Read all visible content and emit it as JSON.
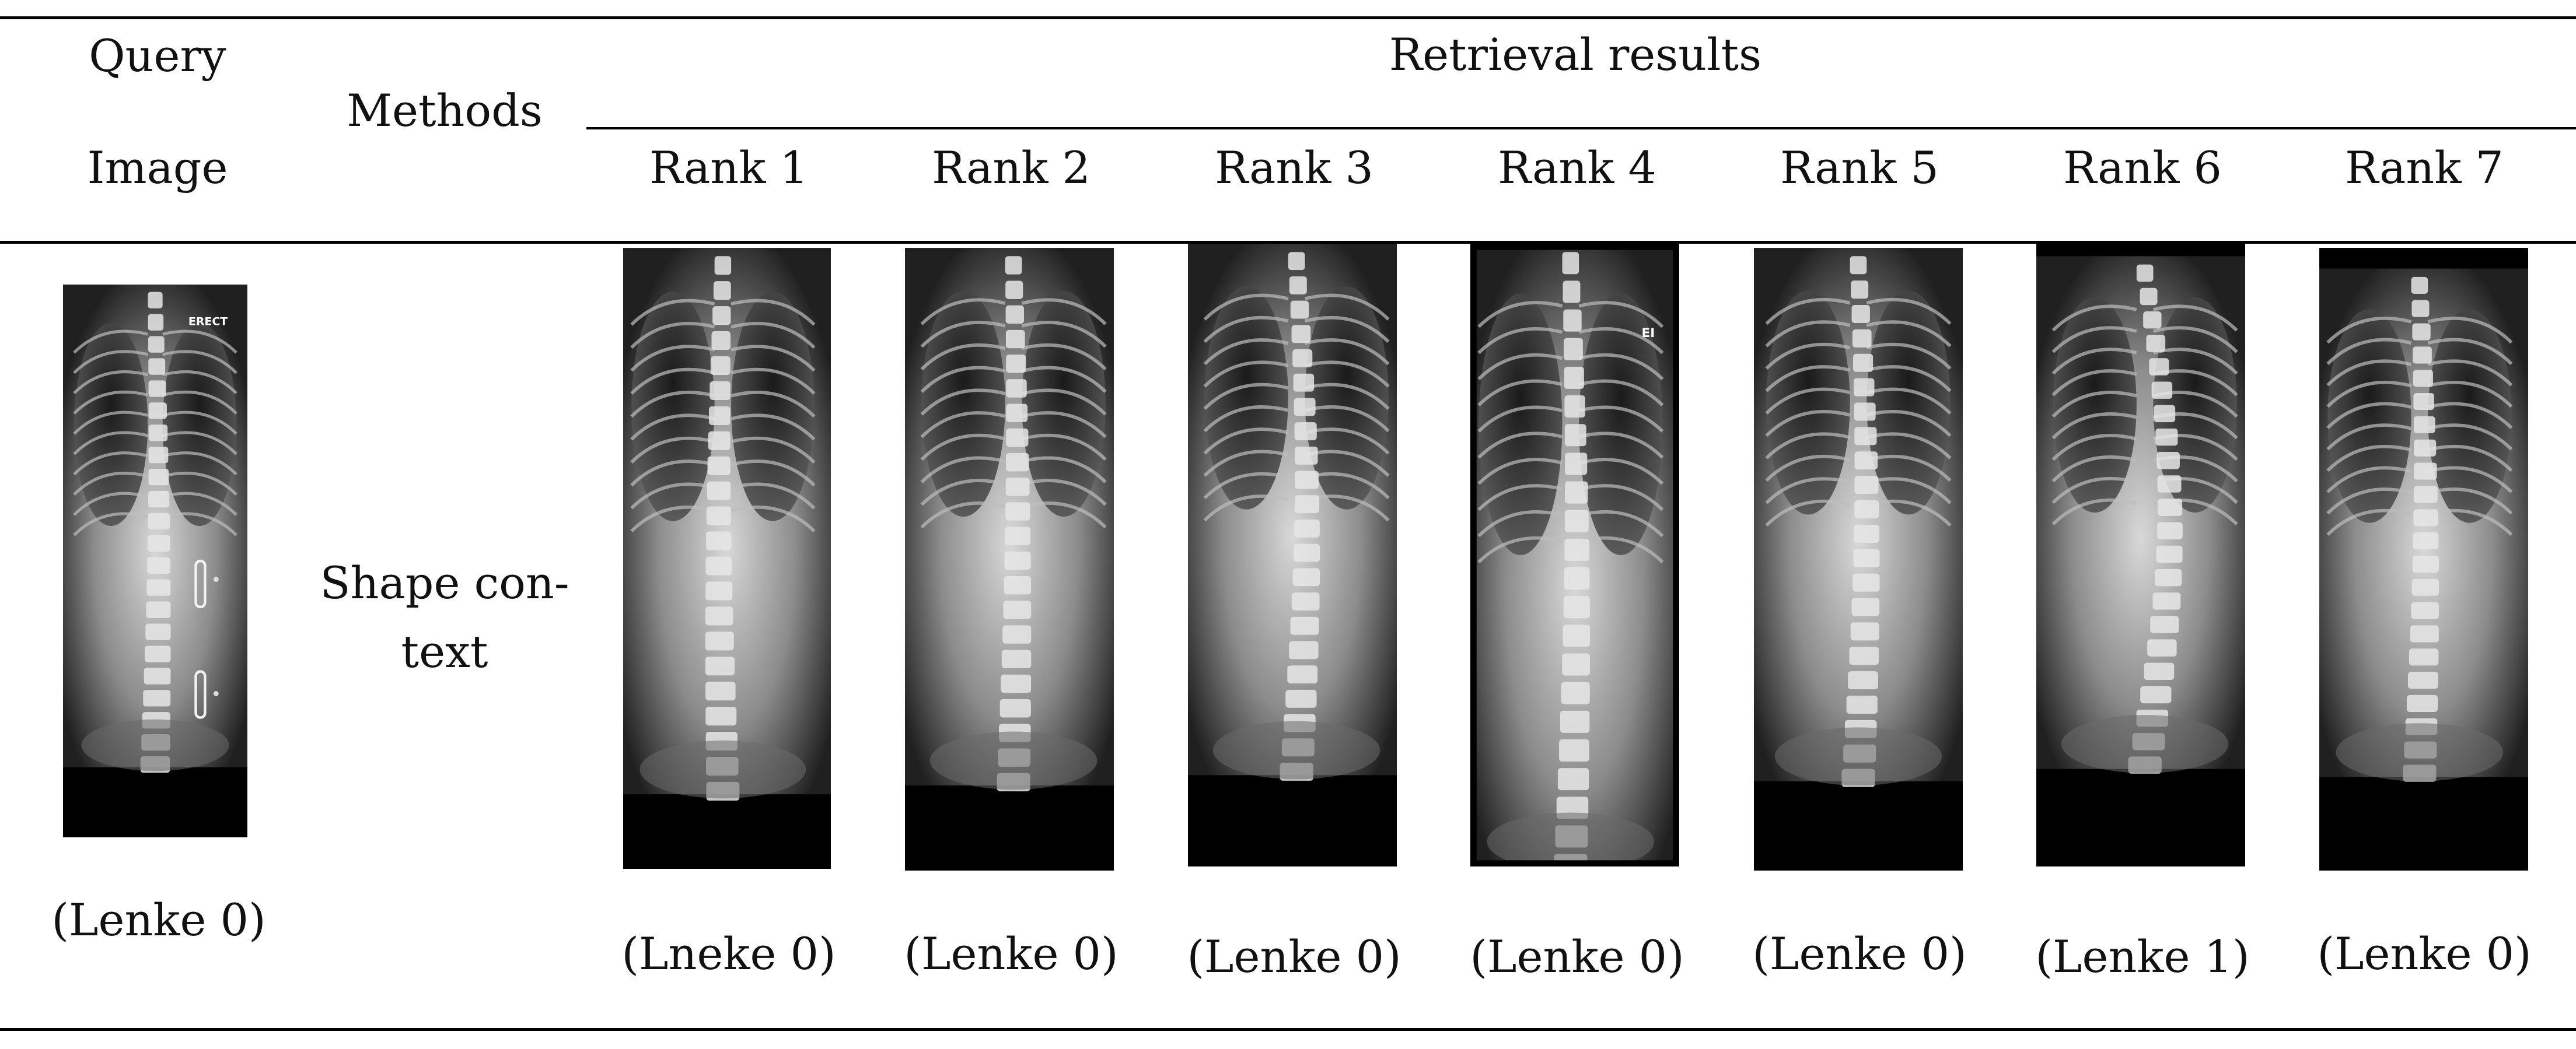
{
  "header": {
    "query_line1": "Query",
    "query_line2": "Image",
    "methods": "Methods",
    "retrieval_results": "Retrieval results",
    "ranks": [
      "Rank 1",
      "Rank 2",
      "Rank 3",
      "Rank 4",
      "Rank 5",
      "Rank 6",
      "Rank 7"
    ]
  },
  "row": {
    "method_line1": "Shape con-",
    "method_line2": "text",
    "query_label": "(Lenke 0)",
    "result_labels": [
      "(Lneke 0)",
      "(Lenke 0)",
      "(Lenke 0)",
      "(Lenke 0)",
      "(Lenke 0)",
      "(Lenke 1)",
      "(Lenke 0)"
    ]
  },
  "image_overlay_text": {
    "query_marker": "ERECT",
    "rank4_marker": "EI"
  }
}
